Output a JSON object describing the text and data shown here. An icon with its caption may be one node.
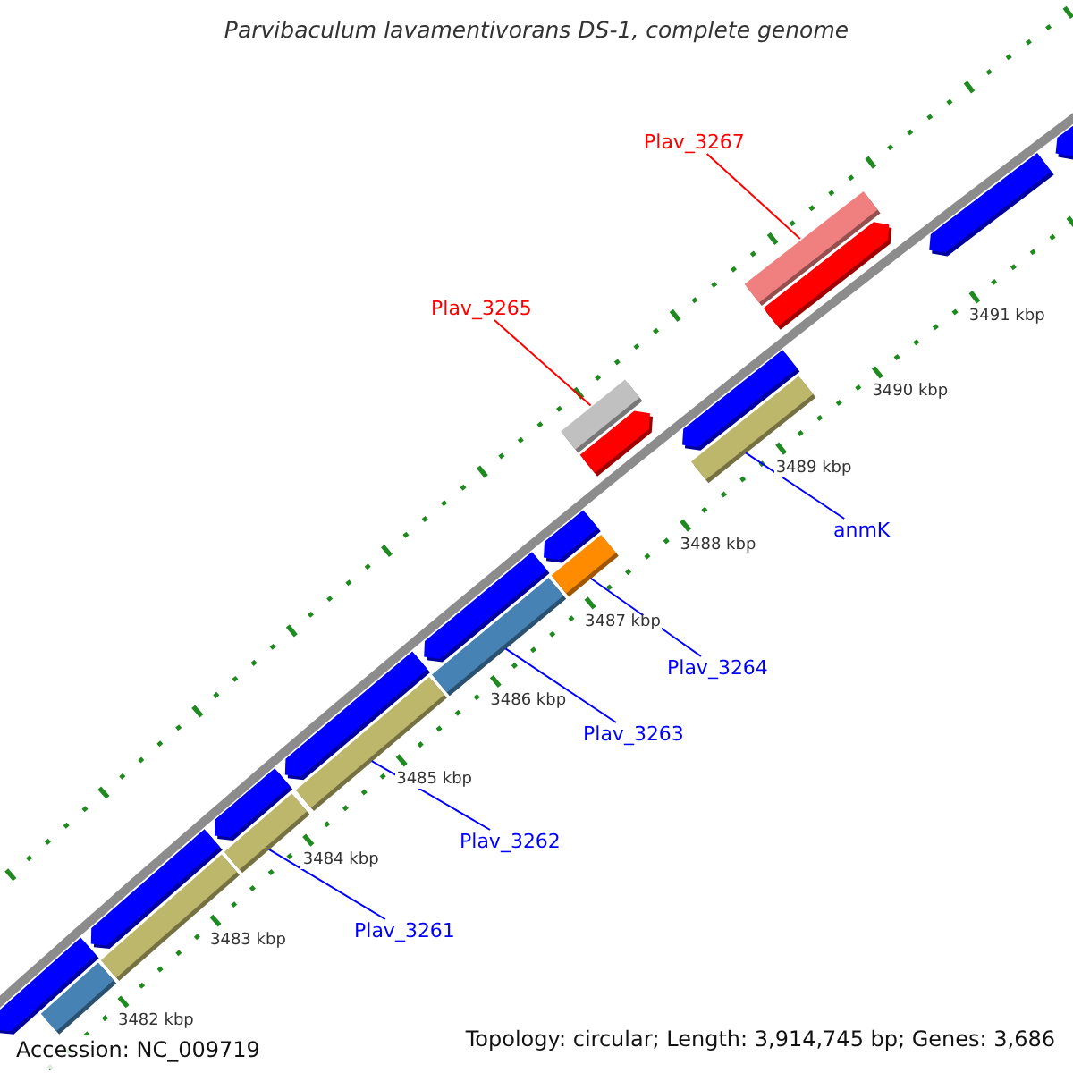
{
  "diagram": {
    "title": "Parvibaculum lavamentivorans DS-1, complete genome",
    "nodes": [
      {
        "text": [
          "Plav_3267"
        ]
      },
      {
        "text": [],
        "shape": "bar"
      },
      {
        "text": [
          "Plav_3265"
        ]
      },
      {
        "text": [],
        "shape": "bar"
      },
      {
        "text": [
          "anmK"
        ]
      },
      {
        "text": [],
        "shape": "bar"
      },
      {
        "text": [
          "Plav_3264"
        ]
      },
      {
        "text": [],
        "shape": "bar"
      },
      {
        "text": [
          "Plav_3263"
        ]
      },
      {
        "text": [],
        "shape": "bar"
      },
      {
        "text": [
          "Plav_3262"
        ]
      },
      {
        "text": [],
        "shape": "bar"
      },
      {
        "text": [
          "Plav_3261"
        ]
      },
      {
        "text": [],
        "shape": "bar"
      },
      {
        "text": [],
        "shape": "pentagon"
      },
      {
        "text": [],
        "shape": "bar"
      },
      {
        "text": [],
        "shape": "pentagon"
      },
      {
        "text": [],
        "shape": "bar"
      },
      {
        "text": [],
        "shape": "pentagon"
      },
      {
        "text": [],
        "shape": "pentagon"
      },
      {
        "text": [],
        "shape": "pentagon"
      },
      {
        "text": [],
        "shape": "pentagon"
      },
      {
        "text": [],
        "shape": "pentagon"
      },
      {
        "text": [],
        "shape": "pentagon"
      },
      {
        "text": [],
        "shape": "pentagon"
      },
      {
        "text": [],
        "shape": "pentagon"
      },
      {
        "text": [],
        "shape": "pentagon"
      }
    ],
    "edges": [
      {
        "from": 0,
        "to": 1,
        "arrow": "none",
        "color": "#ff0000"
      },
      {
        "from": 2,
        "to": 3,
        "arrow": "none",
        "color": "#ff0000"
      },
      {
        "from": 4,
        "to": 5,
        "arrow": "none"
      },
      {
        "from": 6,
        "to": 7,
        "arrow": "none"
      },
      {
        "from": 8,
        "to": 9,
        "arrow": "none"
      },
      {
        "from": 10,
        "to": 11,
        "arrow": "none"
      },
      {
        "from": 12,
        "to": 13,
        "arrow": "none"
      }
    ],
    "labels": [
      "3491 kbp",
      "3490 kbp",
      "3489 kbp",
      "3488 kbp",
      "3487 kbp",
      "3486 kbp",
      "3485 kbp",
      "3484 kbp",
      "3483 kbp",
      "3482 kbp",
      "Accession: NC_009719",
      "Topology: circular; Length: 3,914,745 bp; Genes: 3,686"
    ]
  }
}
